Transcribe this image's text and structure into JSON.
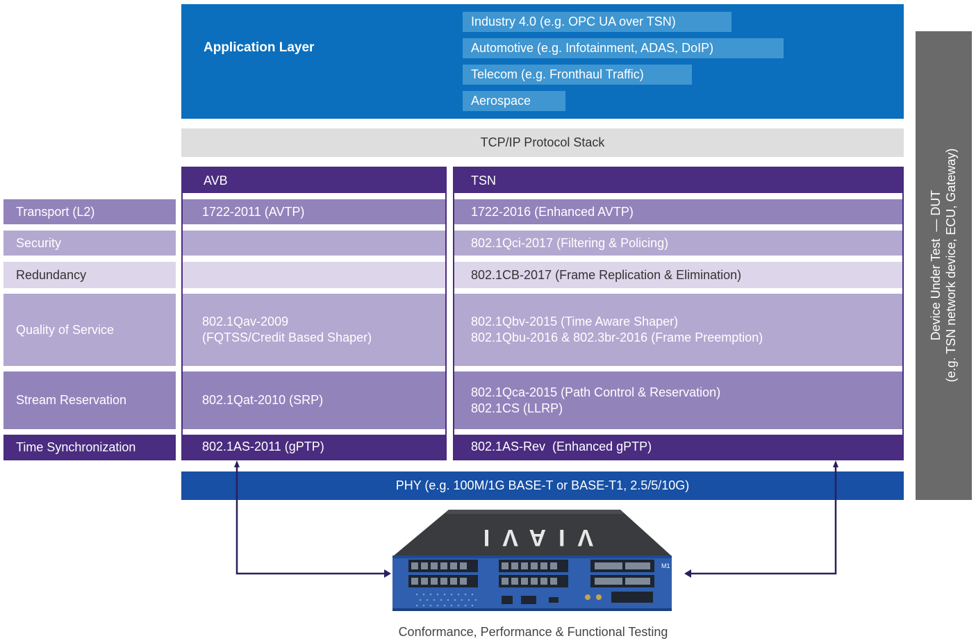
{
  "application_layer": {
    "title": "Application Layer",
    "items": [
      "Industry 4.0 (e.g. OPC UA over TSN)",
      "Automotive (e.g. Infotainment, ADAS, DoIP)",
      "Telecom (e.g. Fronthaul Traffic)",
      "Aerospace"
    ]
  },
  "tcpip": "TCP/IP Protocol Stack",
  "columns": {
    "avb": "AVB",
    "tsn": "TSN"
  },
  "rows": [
    {
      "label": "Transport (L2)",
      "avb": [
        "1722-2011 (AVTP)"
      ],
      "tsn": [
        "1722-2016 (Enhanced AVTP)"
      ]
    },
    {
      "label": "Security",
      "avb": [],
      "tsn": [
        "802.1Qci-2017 (Filtering & Policing)"
      ]
    },
    {
      "label": "Redundancy",
      "avb": [],
      "tsn": [
        "802.1CB-2017 (Frame Replication & Elimination)"
      ]
    },
    {
      "label": "Quality of Service",
      "avb": [
        "802.1Qav-2009",
        "(FQTSS/Credit Based Shaper)"
      ],
      "tsn": [
        "802.1Qbv-2015 (Time Aware Shaper)",
        "802.1Qbu-2016 & 802.3br-2016 (Frame Preemption)"
      ]
    },
    {
      "label": "Stream Reservation",
      "avb": [
        "802.1Qat-2010 (SRP)"
      ],
      "tsn": [
        "802.1Qca-2015 (Path Control & Reservation)",
        "802.1CS (LLRP)"
      ]
    },
    {
      "label": "Time Synchronization",
      "avb": [
        "802.1AS-2011 (gPTP)"
      ],
      "tsn": [
        "802.1AS-Rev  (Enhanced gPTP)"
      ]
    }
  ],
  "phy": "PHY (e.g. 100M/1G BASE-T or BASE-T1, 2.5/5/10G)",
  "dut": {
    "line1": "Device Under Test  — DUT",
    "line2": "(e.g. TSN network device, ECU, Gateway)"
  },
  "device": {
    "logo": "VIAVI",
    "model": "M1"
  },
  "caption": "Conformance, Performance & Functional Testing",
  "colors": {
    "app_blue": "#0b6fbd",
    "app_item": "#3f96d1",
    "purple_deep": "#4a2c80",
    "purple_dark": "#9383bb",
    "purple_mid": "#b2a8d0",
    "purple_light": "#ddd6ea",
    "phy_blue": "#1750a4",
    "dut_gray": "#6a6a6a"
  }
}
